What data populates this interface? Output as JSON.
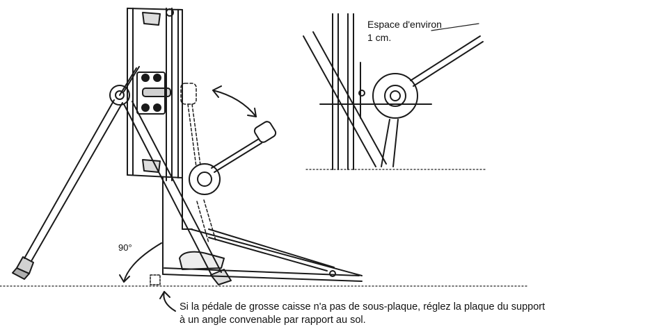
{
  "labels": {
    "gap_line1": "Espace d'environ",
    "gap_line2": "1 cm.",
    "angle": "90°",
    "note_line1": "Si la pédale de grosse caisse n'a pas de sous-plaque, réglez la plaque du support",
    "note_line2": "à un angle convenable par rapport au sol."
  },
  "colors": {
    "ink": "#1a1a1a",
    "paper": "#ffffff"
  }
}
